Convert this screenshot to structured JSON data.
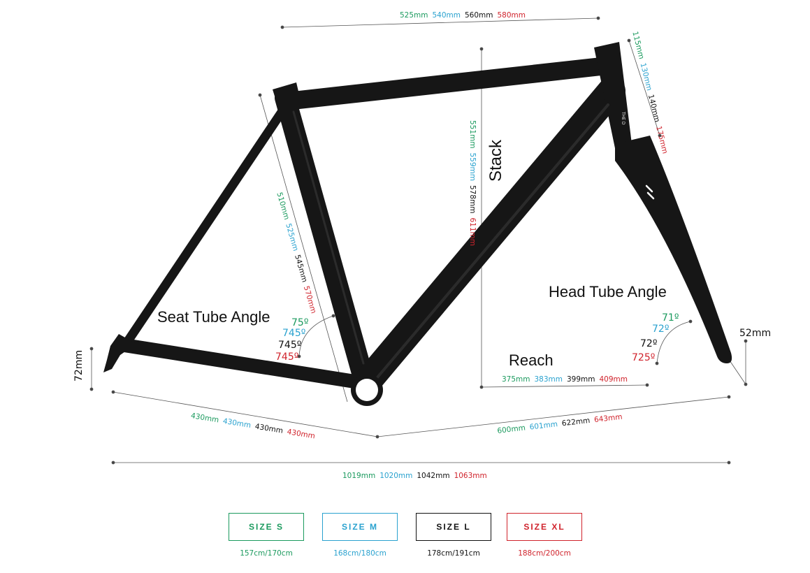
{
  "colors": {
    "s": "#1b9a5e",
    "m": "#2aa2cf",
    "l": "#111111",
    "xl": "#d0232c",
    "frame": "#161616"
  },
  "labels": {
    "stack": "Stack",
    "reach": "Reach",
    "seat_tube_angle": "Seat Tube Angle",
    "head_tube_angle": "Head Tube Angle",
    "fork_offset": "52mm",
    "bb_drop": "72mm",
    "frame_text": "THE D"
  },
  "measurements": {
    "top_tube": [
      "525mm",
      "540mm",
      "560mm",
      "580mm"
    ],
    "head_tube": [
      "115mm",
      "130mm",
      "140mm",
      "175mm"
    ],
    "stack": [
      "551mm",
      "559mm",
      "578mm",
      "611mm"
    ],
    "seat_tube": [
      "510mm",
      "525mm",
      "545mm",
      "570mm"
    ],
    "reach": [
      "375mm",
      "383mm",
      "399mm",
      "409mm"
    ],
    "chainstay": [
      "430mm",
      "430mm",
      "430mm",
      "430mm"
    ],
    "front_center": [
      "600mm",
      "601mm",
      "622mm",
      "643mm"
    ],
    "wheelbase": [
      "1019mm",
      "1020mm",
      "1042mm",
      "1063mm"
    ],
    "seat_angle": [
      "75º",
      "745º",
      "745º",
      "745º"
    ],
    "head_angle": [
      "71º",
      "72º",
      "72º",
      "725º"
    ]
  },
  "sizes": [
    {
      "label": "SIZE S",
      "height": "157cm/170cm"
    },
    {
      "label": "SIZE M",
      "height": "168cm/180cm"
    },
    {
      "label": "SIZE L",
      "height": "178cm/191cm"
    },
    {
      "label": "SIZE XL",
      "height": "188cm/200cm"
    }
  ]
}
